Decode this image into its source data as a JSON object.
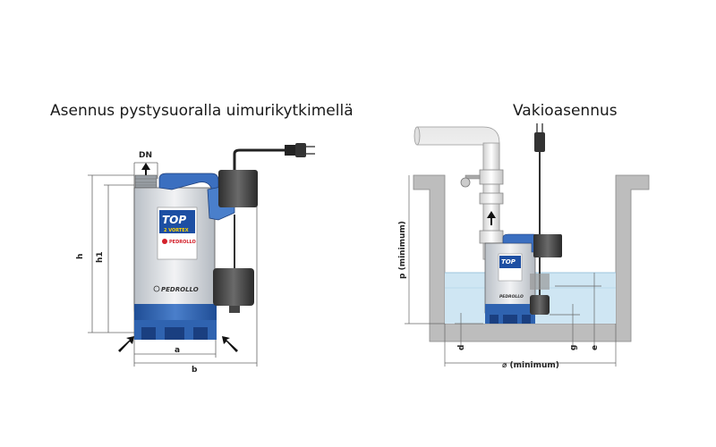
{
  "titles": {
    "left": "Asennus pystysuoralla uimurikytkimellä",
    "right": "Vakioasennus"
  },
  "left_dimensions": {
    "dn": "DN",
    "h": "h",
    "h1": "h1",
    "a": "a",
    "b": "b"
  },
  "right_dimensions": {
    "p": "p (minimum)",
    "d": "d",
    "g": "g",
    "e": "e",
    "width_min": "⌀ (minimum)"
  },
  "pump_label": {
    "model_top": "TOP",
    "model_sub": "2 VORTEX",
    "brand": "PEDROLLO"
  },
  "colors": {
    "pump_blue": "#2f63b0",
    "pump_body": "#d9dde2",
    "float": "#444444",
    "water": "#cfe6f3",
    "concrete": "#bdbdbd"
  }
}
